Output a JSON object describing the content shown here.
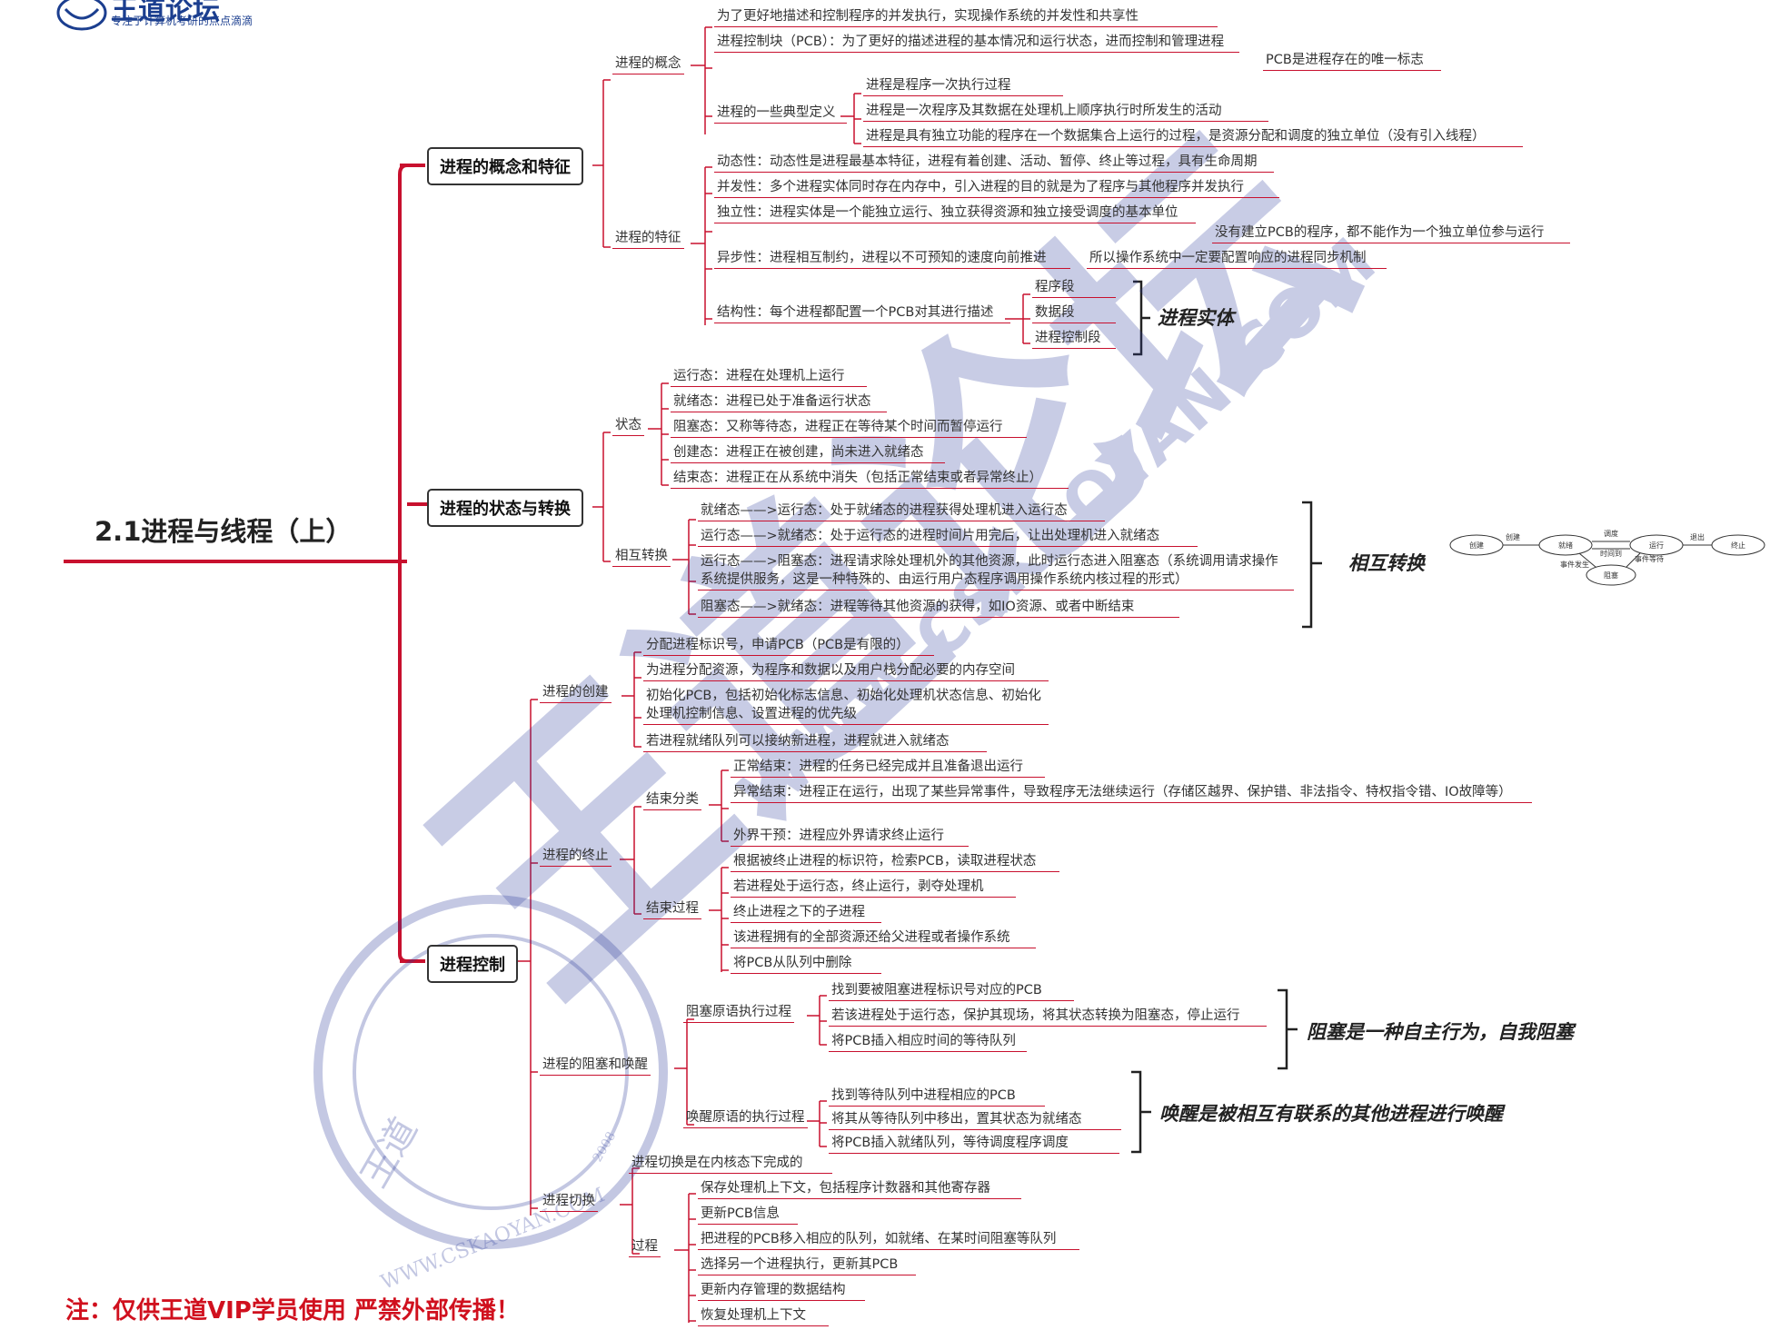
{
  "logo": {
    "title": "王道论坛",
    "subtitle": "专注于计算机考研的点点滴滴"
  },
  "root": "2.1进程与线程（上）",
  "footer": "注：仅供王道VIP学员使用 严禁外部传播！",
  "watermark": {
    "main": "王道论坛",
    "url": "WWW.CSKAOYAN.COM",
    "seal_text": "王道",
    "seal_url": "WWW.CSKAOYAN.COM",
    "seal_year": "2008"
  },
  "branches": [
    {
      "title": "进程的概念和特征",
      "children": [
        {
          "label": "进程的概念",
          "items": [
            "为了更好地描述和控制程序的并发执行，实现操作系统的并发性和共享性",
            "进程控制块（PCB）：为了更好的描述进程的基本情况和运行状态，进而控制和管理进程",
            "PCB是进程存在的唯一标志",
            "进程的一些典型定义",
            "进程是程序一次执行过程",
            "进程是一次程序及其数据在处理机上顺序执行时所发生的活动",
            "进程是具有独立功能的程序在一个数据集合上运行的过程，是资源分配和调度的独立单位（没有引入线程）"
          ]
        },
        {
          "label": "进程的特征",
          "items": [
            "动态性：动态性是进程最基本特征，进程有着创建、活动、暂停、终止等过程，具有生命周期",
            "并发性：多个进程实体同时存在内存中，引入进程的目的就是为了程序与其他程序并发执行",
            "独立性：进程实体是一个能独立运行、独立获得资源和独立接受调度的基本单位",
            "没有建立PCB的程序，都不能作为一个独立单位参与运行",
            "异步性：进程相互制约，进程以不可预知的速度向前推进",
            "所以操作系统中一定要配置响应的进程同步机制",
            "结构性：每个进程都配置一个PCB对其进行描述",
            "程序段",
            "数据段",
            "进程控制段"
          ],
          "note": "进程实体"
        }
      ]
    },
    {
      "title": "进程的状态与转换",
      "children": [
        {
          "label": "状态",
          "items": [
            "运行态：进程在处理机上运行",
            "就绪态：进程已处于准备运行状态",
            "阻塞态：又称等待态，进程正在等待某个时间而暂停运行",
            "创建态：进程正在被创建，尚未进入就绪态",
            "结束态：进程正在从系统中消失（包括正常结束或者异常终止）"
          ]
        },
        {
          "label": "相互转换",
          "items": [
            "就绪态——>运行态：处于就绪态的进程获得处理机进入运行态",
            "运行态——>就绪态：处于运行态的进程时间片用完后，让出处理机进入就绪态",
            "运行态——>阻塞态：进程请求除处理机外的其他资源，此时运行态进入阻塞态（系统调用请求操作系统提供服务，这是一种特殊的、由运行用户态程序调用操作系统内核过程的形式）",
            "阻塞态——>就绪态：进程等待其他资源的获得，如IO资源、或者中断结束"
          ],
          "note": "相互转换",
          "diagram": {
            "states": [
              "创建",
              "就绪",
              "运行",
              "终止",
              "阻塞"
            ],
            "edges": [
              "创建",
              "调度",
              "时间到",
              "退出",
              "事件发生",
              "事件等待"
            ]
          }
        }
      ]
    },
    {
      "title": "进程控制",
      "children": [
        {
          "label": "进程的创建",
          "items": [
            "分配进程标识号，申请PCB（PCB是有限的）",
            "为进程分配资源，为程序和数据以及用户栈分配必要的内存空间",
            "初始化PCB，包括初始化标志信息、初始化处理机状态信息、初始化处理机控制信息、设置进程的优先级",
            "若进程就绪队列可以接纳新进程，进程就进入就绪态"
          ]
        },
        {
          "label": "进程的终止",
          "sub": [
            {
              "label": "结束分类",
              "items": [
                "正常结束：进程的任务已经完成并且准备退出运行",
                "异常结束：进程正在运行，出现了某些异常事件，导致程序无法继续运行（存储区越界、保护错、非法指令、特权指令错、IO故障等）",
                "外界干预：进程应外界请求终止运行"
              ]
            },
            {
              "label": "结束过程",
              "items": [
                "根据被终止进程的标识符，检索PCB，读取进程状态",
                "若进程处于运行态，终止运行，剥夺处理机",
                "终止进程之下的子进程",
                "该进程拥有的全部资源还给父进程或者操作系统",
                "将PCB从队列中删除"
              ]
            }
          ]
        },
        {
          "label": "进程的阻塞和唤醒",
          "sub": [
            {
              "label": "阻塞原语执行过程",
              "items": [
                "找到要被阻塞进程标识号对应的PCB",
                "若该进程处于运行态，保护其现场，将其状态转换为阻塞态，停止运行",
                "将PCB插入相应时间的等待队列"
              ],
              "note": "阻塞是一种自主行为，自我阻塞"
            },
            {
              "label": "唤醒原语的执行过程",
              "items": [
                "找到等待队列中进程相应的PCB",
                "将其从等待队列中移出，置其状态为就绪态",
                "将PCB插入就绪队列，等待调度程序调度"
              ],
              "note": "唤醒是被相互有联系的其他进程进行唤醒"
            }
          ]
        },
        {
          "label": "进程切换",
          "items": [
            "进程切换是在内核态下完成的",
            "过程",
            "保存处理机上下文，包括程序计数器和其他寄存器",
            "更新PCB信息",
            "把进程的PCB移入相应的队列，如就绪、在某时间阻塞等队列",
            "选择另一个进程执行，更新其PCB",
            "更新内存管理的数据结构",
            "恢复处理机上下文"
          ]
        }
      ]
    }
  ]
}
